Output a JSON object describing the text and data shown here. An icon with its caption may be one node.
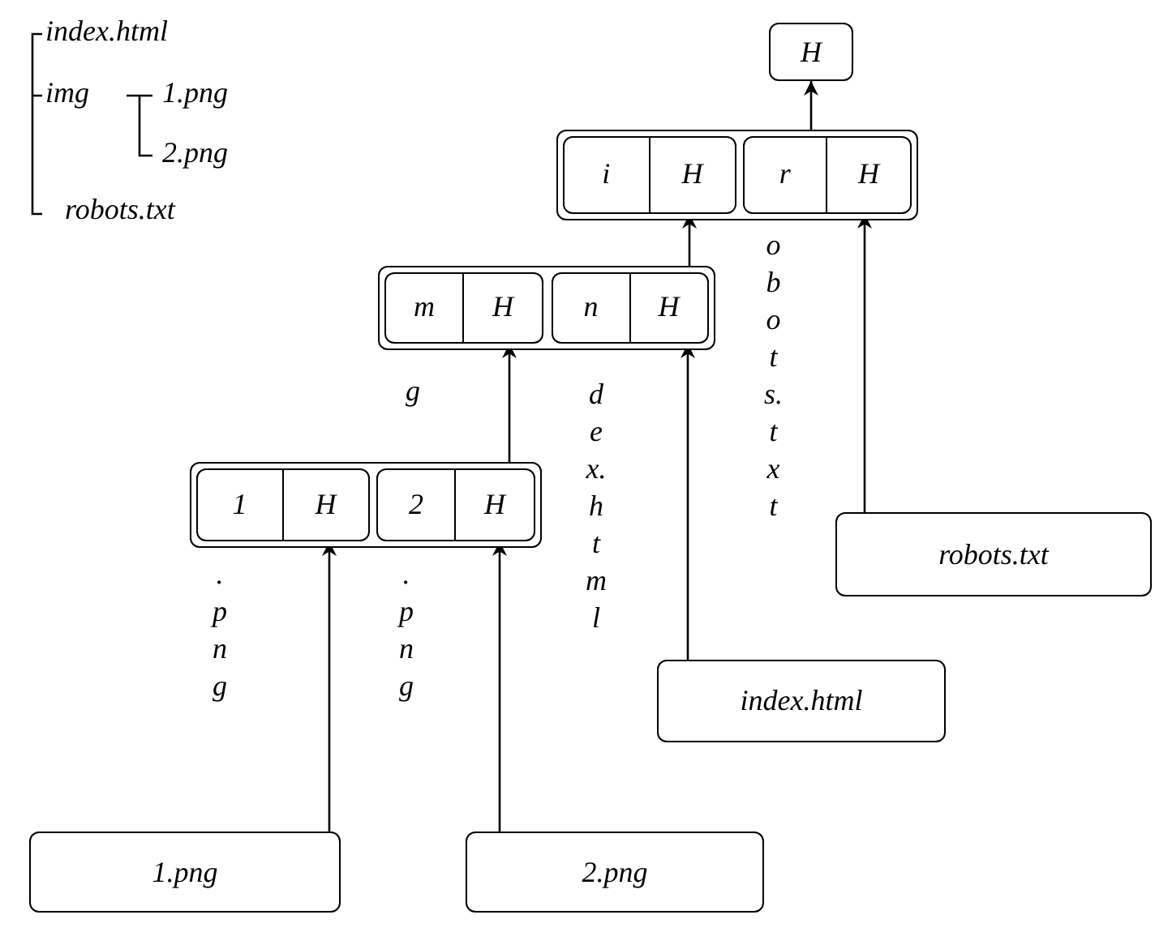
{
  "diagram": {
    "nodes": [
      {
        "text": [
          "H"
        ]
      },
      {
        "text": [],
        "shape": "box"
      },
      {
        "text": [
          "i",
          "H"
        ],
        "in": 1
      },
      {
        "text": [
          "r",
          "H"
        ],
        "in": 1,
        "beside": [
          "obots.txt"
        ]
      },
      {
        "text": [],
        "shape": "box"
      },
      {
        "text": [
          "m",
          "H"
        ],
        "in": 4,
        "beside": [
          "g"
        ]
      },
      {
        "text": [
          "n",
          "H"
        ],
        "in": 4,
        "beside": [
          "dex.html"
        ]
      },
      {
        "text": [],
        "shape": "box"
      },
      {
        "text": [
          "1",
          "H"
        ],
        "in": 7,
        "beside": [
          ".png"
        ]
      },
      {
        "text": [
          "2",
          "H"
        ],
        "in": 7,
        "beside": [
          ".png"
        ]
      },
      {
        "text": [
          "robots.txt"
        ]
      },
      {
        "text": [
          "index.html"
        ]
      },
      {
        "text": [
          "1.png"
        ]
      },
      {
        "text": [
          "2.png"
        ]
      }
    ],
    "edges": [
      {
        "from": 1,
        "to": 0,
        "arrow": "to"
      },
      {
        "from": 4,
        "to": 2,
        "arrow": "to"
      },
      {
        "from": 7,
        "to": 5,
        "arrow": "to"
      },
      {
        "from": 12,
        "to": 8,
        "arrow": "to"
      },
      {
        "from": 13,
        "to": 9,
        "arrow": "to"
      },
      {
        "from": 11,
        "to": 6,
        "arrow": "to"
      },
      {
        "from": 10,
        "to": 3,
        "arrow": "to"
      }
    ],
    "labels": [
      "index.html",
      "img",
      "1.png",
      "2.png",
      "robots.txt"
    ]
  }
}
